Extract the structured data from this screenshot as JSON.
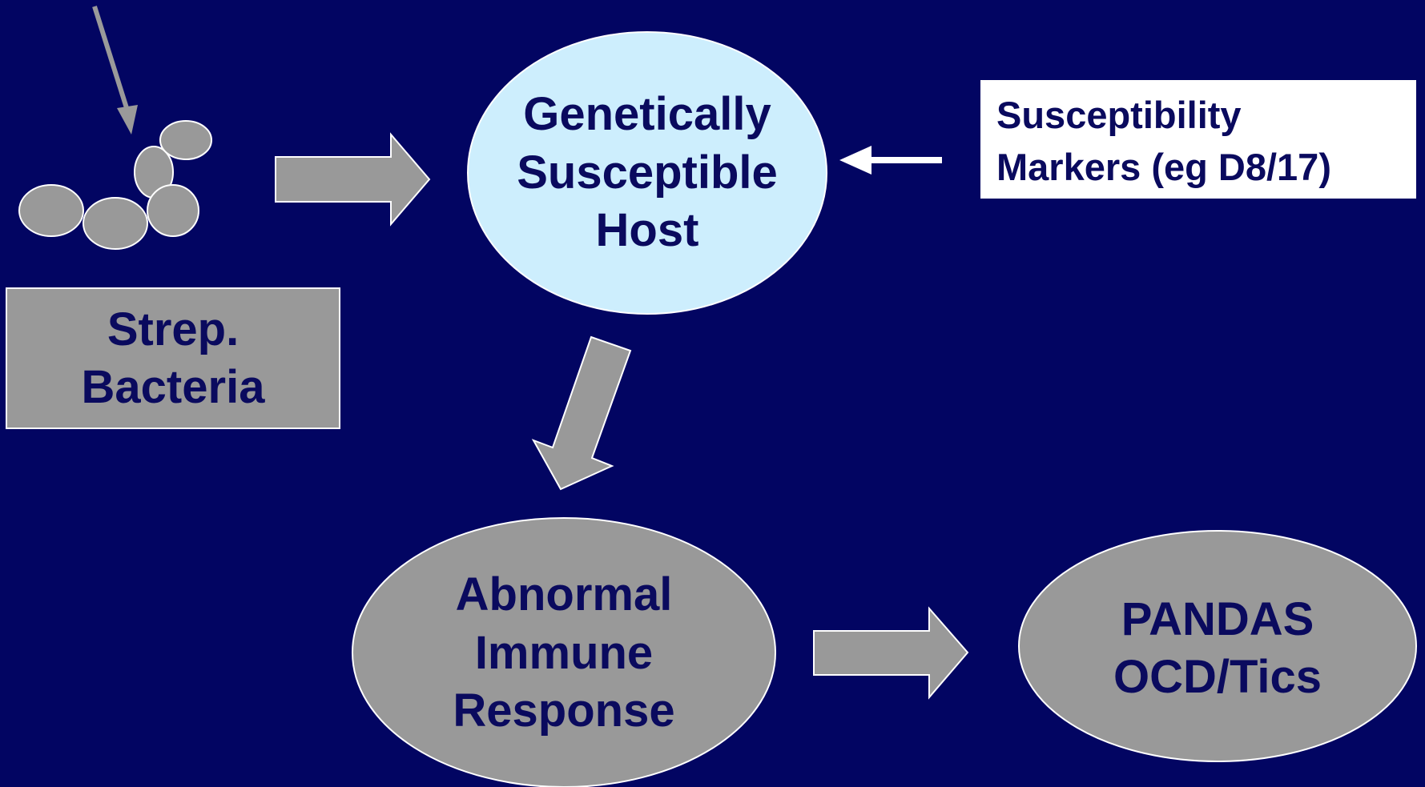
{
  "nodes": {
    "host": {
      "lines": [
        "Genetically",
        "Susceptible",
        "Host"
      ]
    },
    "strep": {
      "lines": [
        "Strep.",
        "Bacteria"
      ]
    },
    "markers": {
      "lines": [
        "Susceptibility",
        "Markers (eg D8/17)"
      ]
    },
    "immune": {
      "lines": [
        "Abnormal",
        "Immune",
        "Response"
      ]
    },
    "pandas": {
      "lines": [
        "PANDAS",
        "OCD/Tics"
      ]
    }
  },
  "edges": [
    {
      "from": "strep",
      "to": "host"
    },
    {
      "from": "markers",
      "to": "host"
    },
    {
      "from": "host",
      "to": "immune"
    },
    {
      "from": "immune",
      "to": "pandas"
    }
  ],
  "colors": {
    "background": "#020562",
    "grey_fill": "#999999",
    "host_fill": "#cdeefd",
    "text": "#0a0a5e",
    "white": "#ffffff"
  }
}
